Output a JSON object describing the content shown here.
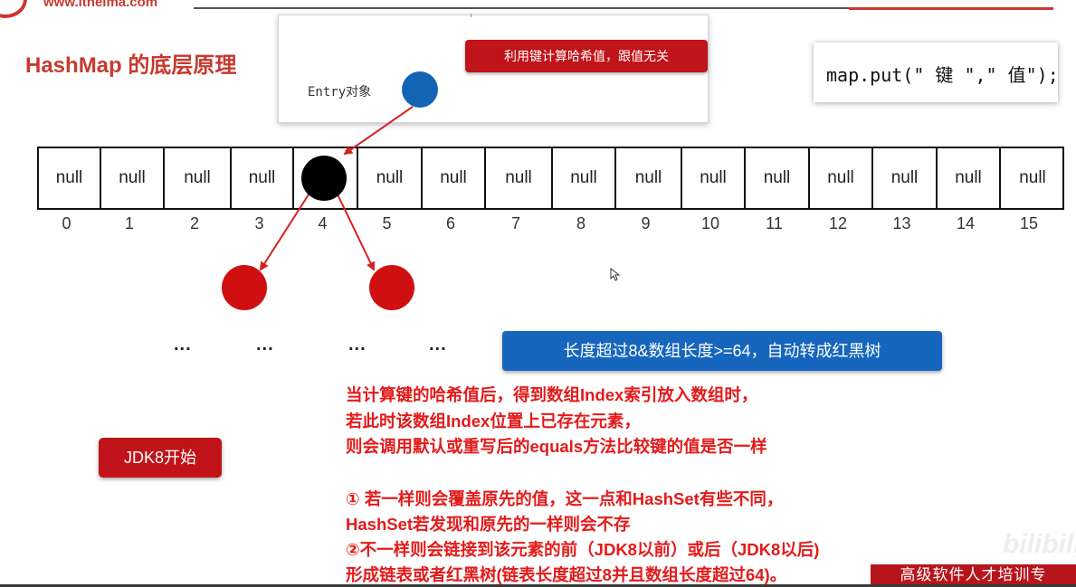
{
  "header": {
    "site_url": "www.itheima.com"
  },
  "page": {
    "title": "HashMap 的底层原理"
  },
  "entry_popup": {
    "label": "Entry对象",
    "hash_note": "利用键计算哈希值，跟值无关"
  },
  "code": {
    "text": "map.put(\" 键 \",\" 值\");"
  },
  "array": {
    "cells": [
      "null",
      "null",
      "null",
      "null",
      "",
      "null",
      "null",
      "null",
      "null",
      "null",
      "null",
      "null",
      "null",
      "null",
      "null",
      "null"
    ],
    "indices": [
      "0",
      "1",
      "2",
      "3",
      "4",
      "5",
      "6",
      "7",
      "8",
      "9",
      "10",
      "11",
      "12",
      "13",
      "14",
      "15"
    ]
  },
  "ellipsis": [
    "...",
    "...",
    "...",
    "..."
  ],
  "tree_note": "长度超过8&数组长度>=64，自动转成红黑树",
  "jdk_badge": "JDK8开始",
  "explanation": [
    "当计算键的哈希值后，得到数组Index索引放入数组时，",
    "若此时该数组Index位置上已存在元素，",
    "则会调用默认或重写后的equals方法比较键的值是否一样",
    "① 若一样则会覆盖原先的值，这一点和HashSet有些不同，",
    "HashSet若发现和原先的一样则会不存",
    "②不一样则会链接到该元素的前（JDK8以前）或后（JDK8以后)",
    "形成链表或者红黑树(链表长度超过8并且数组长度超过64)。"
  ],
  "footer": {
    "banner": "高级软件人才培训专",
    "watermark": "bilibili"
  },
  "colors": {
    "accent_red": "#c0141a",
    "accent_blue": "#1766bd",
    "text_red": "#e41a1a",
    "node_red": "#d01010"
  },
  "icons": [
    "mouse-cursor-icon"
  ]
}
